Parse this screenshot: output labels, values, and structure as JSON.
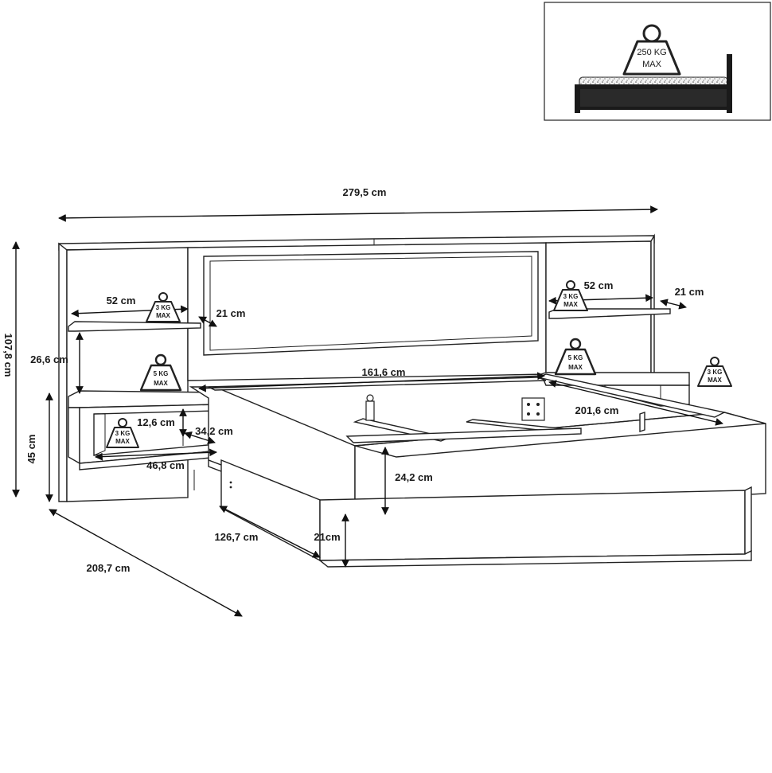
{
  "inset": {
    "weight_top": "250 KG",
    "weight_bottom": "MAX"
  },
  "dimensions": {
    "total_width": "279,5 cm",
    "total_height": "107,8 cm",
    "depth": "208,7 cm",
    "left_shelf_width": "52 cm",
    "left_shelf_depth": "21 cm",
    "left_shelf_gap": "26,6 cm",
    "nightstand_height": "45 cm",
    "drawer_inner_height": "12,6 cm",
    "drawer_inner_depth": "34,2 cm",
    "drawer_width": "46,8 cm",
    "mattress_width": "161,6 cm",
    "mattress_length": "201,6 cm",
    "right_shelf_width": "52 cm",
    "right_shelf_depth": "21 cm",
    "frame_height": "24,2 cm",
    "base_height": "21cm",
    "base_length": "126,7 cm"
  },
  "weight_badges": {
    "left_shelf": {
      "top": "3 KG",
      "bottom": "MAX"
    },
    "left_nightstand": {
      "top": "5 KG",
      "bottom": "MAX"
    },
    "left_drawer": {
      "top": "3 KG",
      "bottom": "MAX"
    },
    "right_shelf": {
      "top": "3 KG",
      "bottom": "MAX"
    },
    "right_nightstand": {
      "top": "5 KG",
      "bottom": "MAX"
    },
    "right_drawer": {
      "top": "3 KG",
      "bottom": "MAX"
    }
  }
}
